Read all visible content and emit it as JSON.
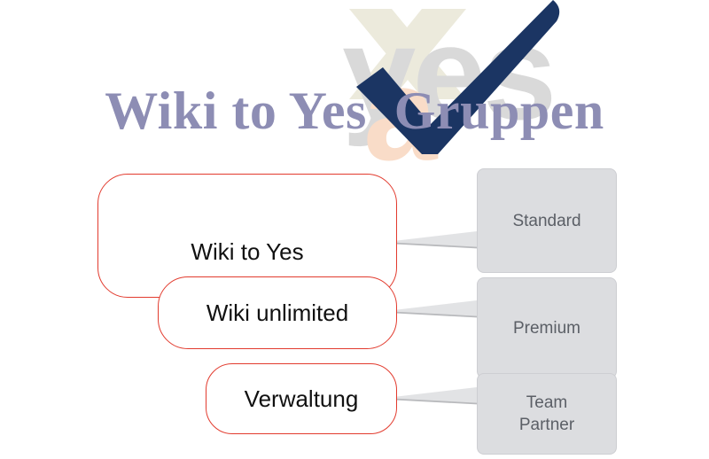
{
  "page": {
    "title": "Wiki to Yes Gruppen",
    "background": "#ffffff"
  },
  "header": {
    "title": "Wiki to Yes  Gruppen",
    "title_color": "#8d8db4"
  },
  "watermark": {
    "name": "wiki-to-yes-logo-watermark",
    "checkmark_color": "#1b3563",
    "yes_text": "yes",
    "yes_color": "#d9d9d9",
    "a_letter": "a",
    "a_color": "#f7d8c4",
    "x_letter": "X",
    "x_color": "#e9e8dc"
  },
  "diagram": {
    "type": "mapping",
    "groups": [
      {
        "label": "Wiki to Yes",
        "stroke": "#e23b2e",
        "fill": "#ffffff"
      },
      {
        "label": "Wiki unlimited",
        "stroke": "#e23b2e",
        "fill": "#ffffff"
      },
      {
        "label": "Verwaltung",
        "stroke": "#e23b2e",
        "fill": "#ffffff"
      }
    ],
    "packages": [
      {
        "label": "Standard",
        "fill": "#dcdde0",
        "text_color": "#5b5f66"
      },
      {
        "label": "Premium",
        "fill": "#dcdde0",
        "text_color": "#5b5f66"
      },
      {
        "label": "Team\nPartner",
        "fill": "#dcdde0",
        "text_color": "#5b5f66"
      }
    ],
    "connectors": [
      {
        "from": "Wiki to Yes",
        "to": "Standard",
        "color": "#d6d7d9"
      },
      {
        "from": "Wiki unlimited",
        "to": "Premium",
        "color": "#d6d7d9"
      },
      {
        "from": "Verwaltung",
        "to": "Team Partner",
        "color": "#d6d7d9"
      }
    ]
  }
}
